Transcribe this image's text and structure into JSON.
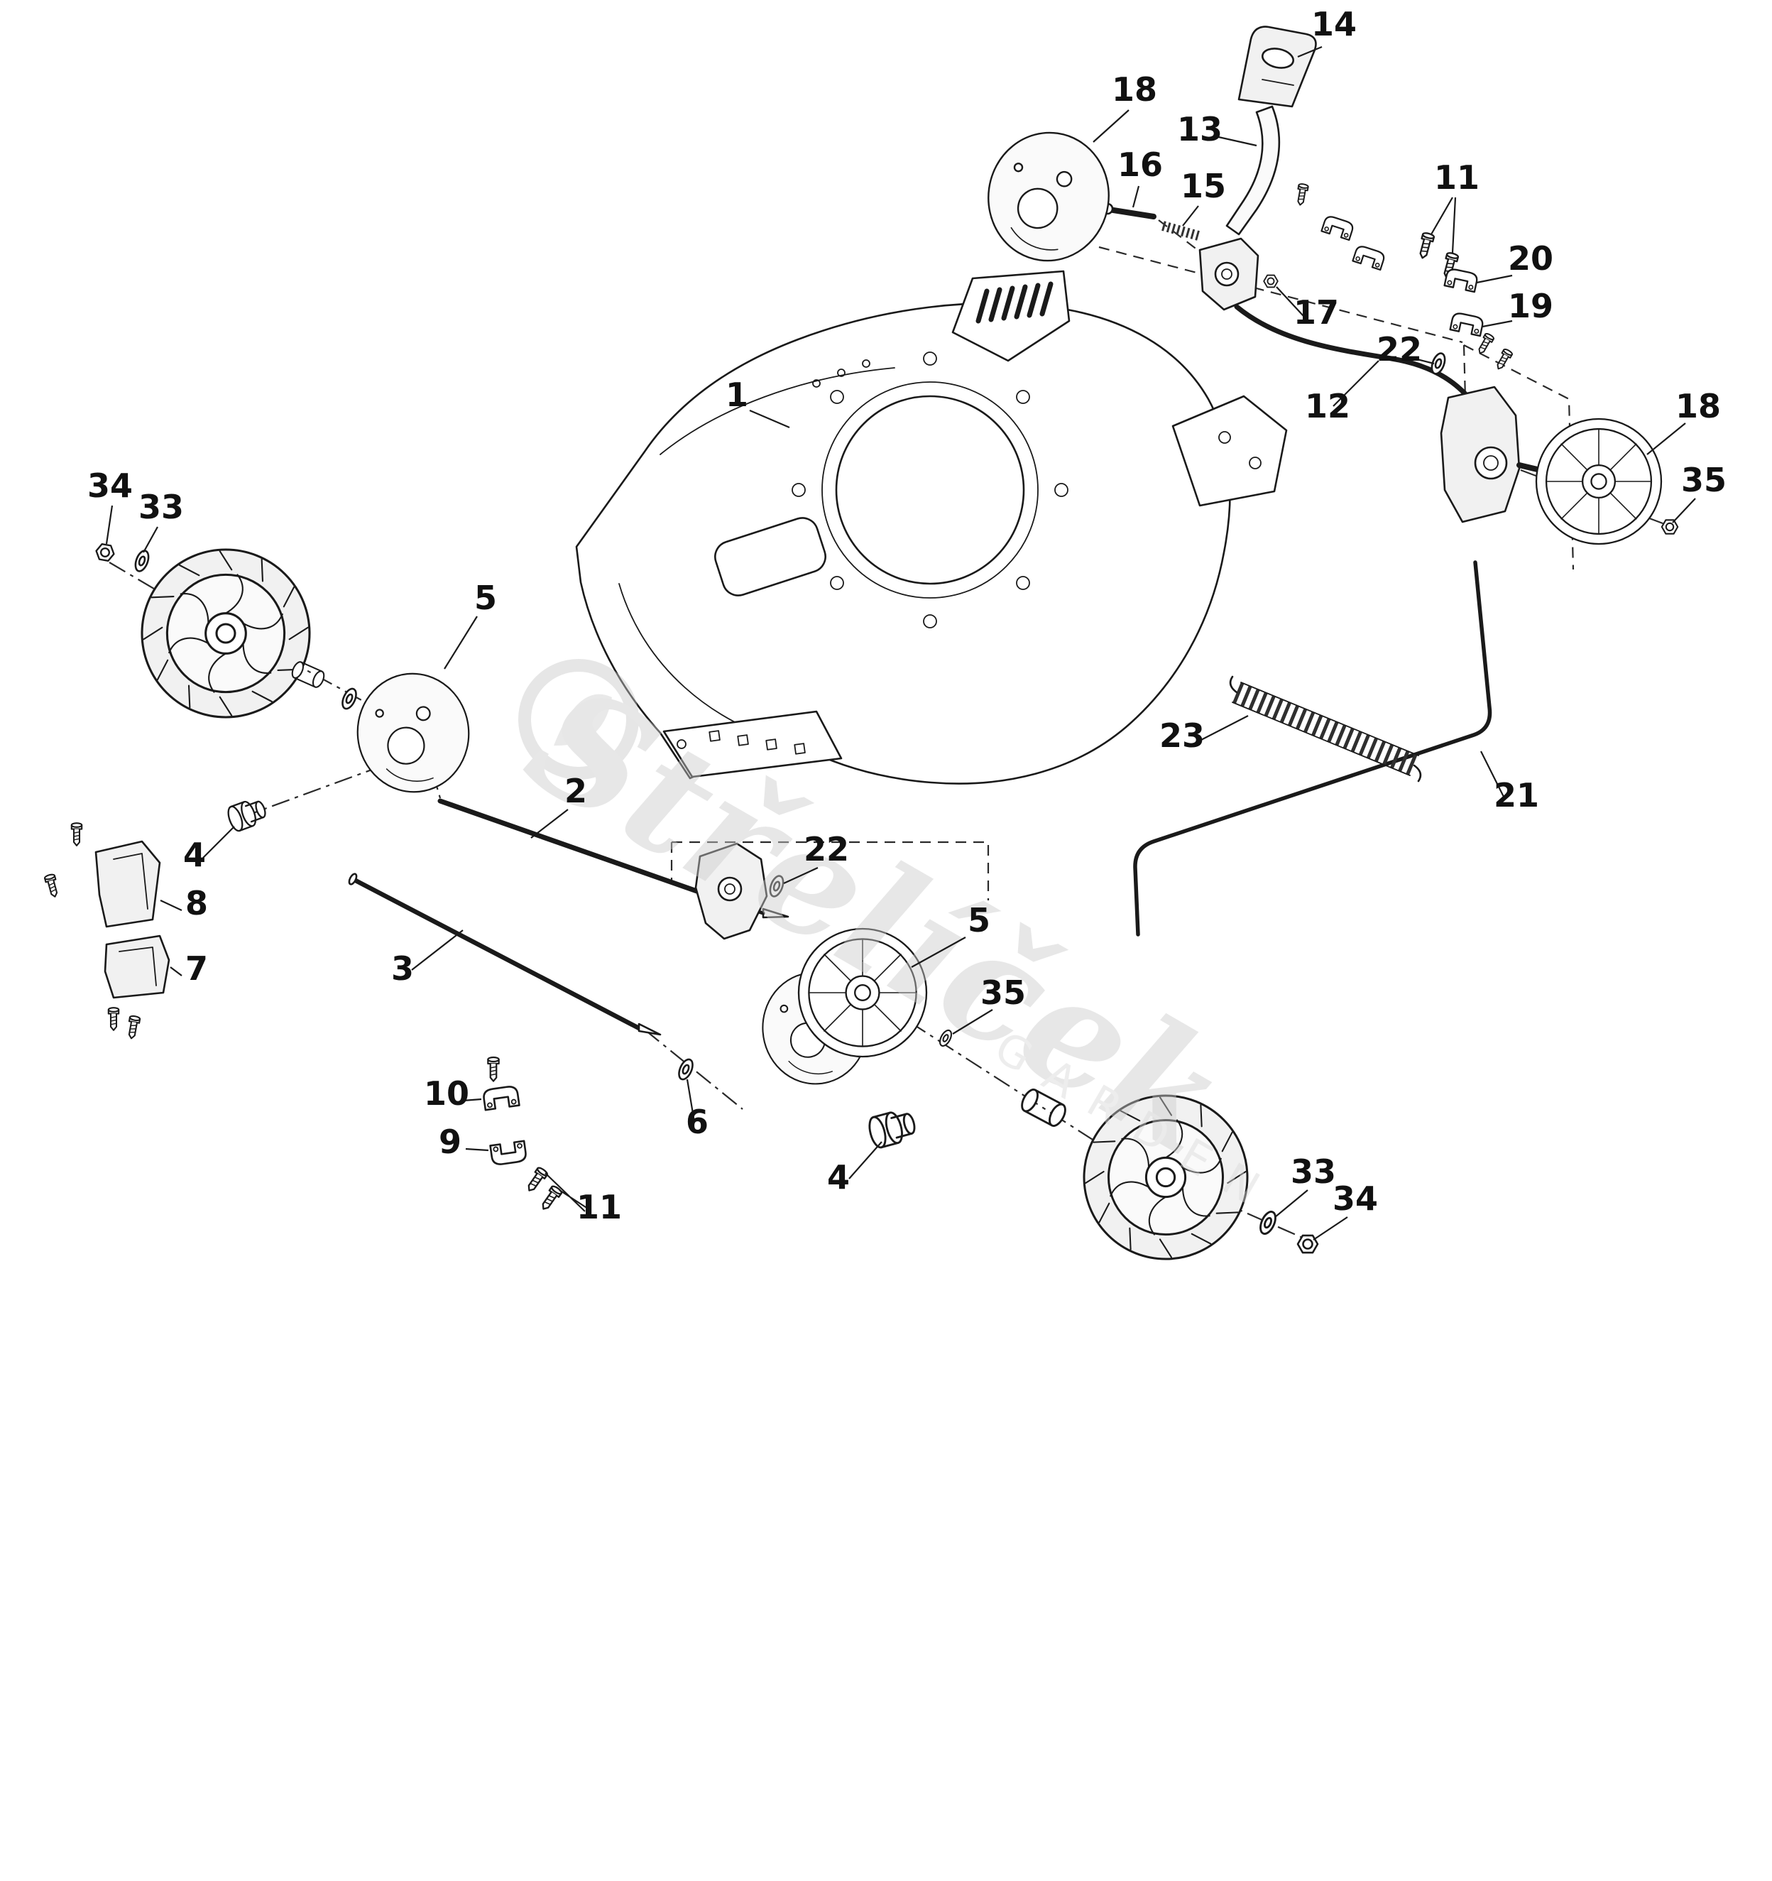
{
  "diagram": {
    "title": "exploded-parts-diagram-lawnmower-deck",
    "watermark": "Střelíček",
    "watermark_sub": "GARDEN",
    "colors": {
      "line": "#1a1a1a",
      "watermark": "#cccccc",
      "background": "#ffffff"
    },
    "callouts": [
      {
        "label": "14"
      },
      {
        "label": "18"
      },
      {
        "label": "13"
      },
      {
        "label": "16"
      },
      {
        "label": "15"
      },
      {
        "label": "11"
      },
      {
        "label": "20"
      },
      {
        "label": "19"
      },
      {
        "label": "22"
      },
      {
        "label": "17"
      },
      {
        "label": "12"
      },
      {
        "label": "18"
      },
      {
        "label": "35"
      },
      {
        "label": "1"
      },
      {
        "label": "34"
      },
      {
        "label": "33"
      },
      {
        "label": "5"
      },
      {
        "label": "4"
      },
      {
        "label": "8"
      },
      {
        "label": "7"
      },
      {
        "label": "2"
      },
      {
        "label": "3"
      },
      {
        "label": "22"
      },
      {
        "label": "5"
      },
      {
        "label": "35"
      },
      {
        "label": "23"
      },
      {
        "label": "21"
      },
      {
        "label": "10"
      },
      {
        "label": "9"
      },
      {
        "label": "11"
      },
      {
        "label": "6"
      },
      {
        "label": "4"
      },
      {
        "label": "33"
      },
      {
        "label": "34"
      }
    ]
  }
}
